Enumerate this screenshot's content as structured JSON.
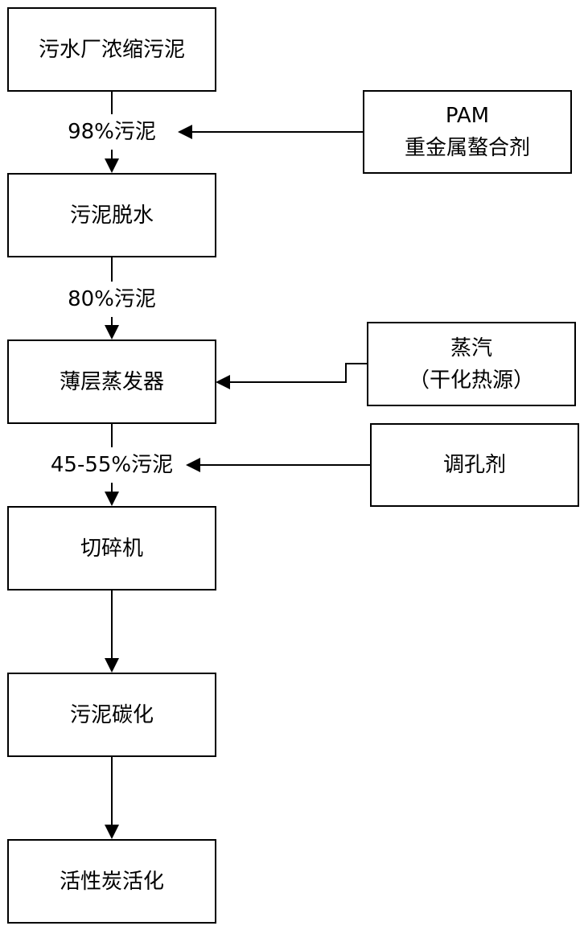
{
  "nodes": {
    "sludge_source": {
      "label": "污水厂浓缩污泥"
    },
    "dewatering": {
      "label": "污泥脱水"
    },
    "evaporator": {
      "label": "薄层蒸发器"
    },
    "shredder": {
      "label": "切碎机"
    },
    "carbonization": {
      "label": "污泥碳化"
    },
    "activation": {
      "label": "活性炭活化"
    },
    "additive_pam": {
      "line1": "PAM",
      "line2": "重金属螯合剂"
    },
    "steam": {
      "line1": "蒸汽",
      "line2": "（干化热源）"
    },
    "pore_agent": {
      "label": "调孔剂"
    }
  },
  "edge_labels": {
    "after_source": "98%污泥",
    "after_dewatering": "80%污泥",
    "after_evaporator": "45-55%污泥"
  },
  "colors": {
    "line": "#000000",
    "box_fill": "#ffffff"
  }
}
